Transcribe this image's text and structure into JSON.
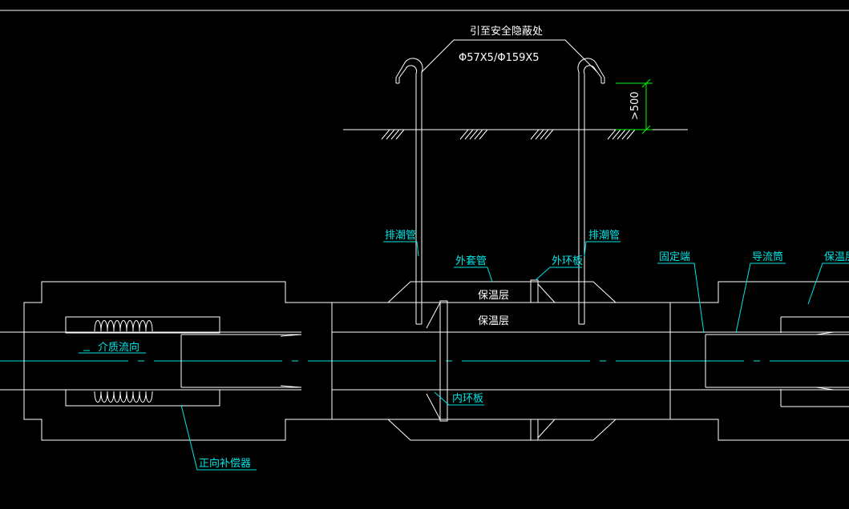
{
  "colors": {
    "background": "#000000",
    "lines": "#ffffff",
    "labels": "#00e5e5",
    "dimension": "#00ff00"
  },
  "title": "引至安全隐蔽处",
  "spec": "Φ57X5/Φ159X5",
  "dimension": ">500",
  "labels": {
    "vent_left": "排潮管",
    "vent_right": "排潮管",
    "outer_casing": "外套管",
    "outer_ring": "外环板",
    "insulation_top": "保温层",
    "insulation_mid": "保温层",
    "flow_direction": "介质流向",
    "inner_ring": "内环板",
    "compensator": "正向补偿器",
    "fixed_end": "固定端",
    "flow_guide": "导流筒",
    "insulation_right": "保温层"
  }
}
